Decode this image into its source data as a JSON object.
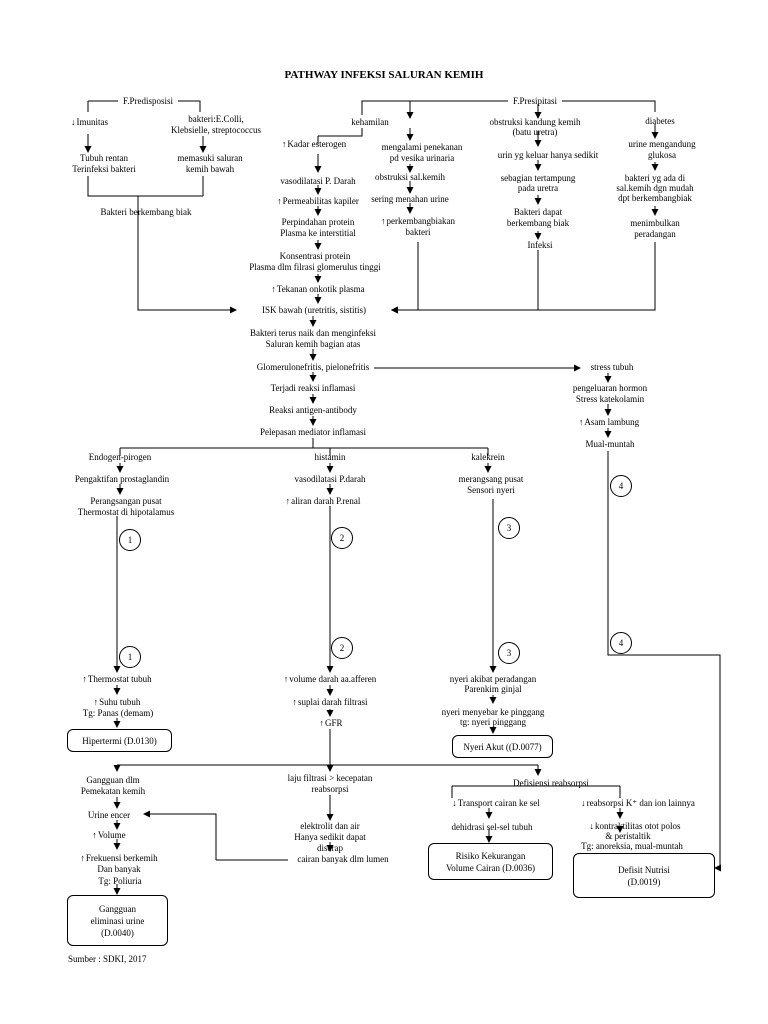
{
  "title": "PATHWAY INFEKSI SALURAN KEMIH",
  "source": "Sumber : SDKI, 2017",
  "predisposisi": {
    "header": "F.Predisposisi",
    "imunitas": "Imunitas",
    "bakteri": [
      "bakteri:E.Colli,",
      "Klebsielle, streptococcus"
    ],
    "rentan": [
      "Tubuh rentan",
      "Terinfeksi bakteri"
    ],
    "memasuki": [
      "memasuki saluran",
      "kemih bawah"
    ],
    "berkembang": "Bakteri berkembang biak"
  },
  "presipitasi": {
    "header": "F.Presipitasi",
    "kehamilan": "kehamilan",
    "obstruksi": [
      "obstruksi kandung kemih",
      "(batu uretra)"
    ],
    "diabetes": "diabetes",
    "esterogen": "Kadar esterogen",
    "penekanan": [
      "mengalami penekanan",
      "pd vesika urinaria"
    ],
    "urin_keluar": "urin yg keluar hanya sedikit",
    "urine_glukosa": [
      "urine mengandung",
      "glukosa"
    ],
    "vasodilatasi": "vasodilatasi P. Darah",
    "obstruksi_sal": "obstruksi sal.kemih",
    "tertampung": [
      "sebagian tertampung",
      "pada uretra"
    ],
    "bakteri_sal": [
      "bakteri yg ada di",
      "sal.kemih dgn mudah",
      "dpt berkembangbiak"
    ],
    "permeabilitas": "Permeabilitas kapiler",
    "sering": "sering menahan urine",
    "bakteri_dapat": [
      "Bakteri dapat",
      "berkembang biak"
    ],
    "perpindahan": [
      "Perpindahan protein",
      "Plasma ke interstitial"
    ],
    "perkembangbiakan": [
      "perkembangbiakan",
      "bakteri"
    ],
    "infeksi": "Infeksi",
    "menimbulkan": [
      "menimbulkan",
      "peradangan"
    ],
    "konsentrasi": [
      "Konsentrasi protein",
      "Plasma dlm filrasi glomerulus tinggi"
    ],
    "onkotik": "Tekanan onkotik plasma"
  },
  "center": {
    "isk": "ISK bawah (uretritis, sistitis)",
    "naik": [
      "Bakteri terus naik dan menginfeksi",
      "Saluran kemih bagian atas"
    ],
    "glomerulo": "Glomerulonefritis, pielonefritis",
    "inflamasi": "Terjadi reaksi inflamasi",
    "antigen": "Reaksi antigen-antibody",
    "pelepasan": "Pelepasan mediator inflamasi"
  },
  "stress": {
    "stress": "stress tubuh",
    "pengeluaran": [
      "pengeluaran hormon",
      "Stress katekolamin"
    ],
    "asam": "Asam lambung",
    "mual": "Mual-muntah"
  },
  "branches": {
    "endogen": "Endogen-pirogen",
    "histamin": "histamin",
    "kalekrein": "kalekrein",
    "prostaglandin": "Pengaktifan prostaglandin",
    "vaso_darah": "vasodilatasi P.darah",
    "merangsang": [
      "merangsang pusat",
      "Sensori nyeri"
    ],
    "perangsangan": [
      "Perangsangan pusat",
      "Thermostat di hipotalamus"
    ],
    "aliran": "aliran darah P.renal"
  },
  "connectors": [
    "1",
    "2",
    "3",
    "4"
  ],
  "lower": {
    "thermostat": "Thermostat tubuh",
    "suhu": "Suhu tubuh",
    "panas": "Tg: Panas (demam)",
    "volume_darah": "volume darah aa.afferen",
    "suplai": "suplai darah filtrasi",
    "gfr": "GFR",
    "nyeri_akibat": [
      "nyeri akibat peradangan",
      "Parenkim ginjal"
    ],
    "nyeri_menyebar": [
      "nyeri menyebar ke pinggang",
      "tg: nyeri pinggang"
    ]
  },
  "diagnoses": {
    "hipertermi": "Hipertermi (D.0130)",
    "nyeri_akut": "Nyeri  Akut ((D.0077)",
    "gangguan_eliminasi": [
      "Gangguan",
      "eliminasi urine",
      "(D.0040)"
    ],
    "risiko": [
      "Risiko Kekurangan",
      "Volume Cairan (D.0036)"
    ],
    "defisit": [
      "Defisit Nutrisi",
      "(D.0019)"
    ]
  },
  "bottom": {
    "gangguan_pemekatan": [
      "Gangguan dlm",
      "Pemekatan kemih"
    ],
    "urine_encer": "Urine encer",
    "volume": "Volume",
    "frekuensi": [
      "Frekuensi berkemih",
      "Dan banyak"
    ],
    "poliuria": "Tg: Poliuria",
    "laju": [
      "laju filtrasi > kecepatan",
      "reabsorpsi"
    ],
    "elektrolit": [
      "elektrolit dan air",
      "Hanya sedikit dapat",
      "diserap"
    ],
    "cairan": "cairan banyak dlm lumen",
    "defisiensi": "Defisiensi reabsorpsi",
    "transport": "Transport cairan ke sel",
    "reabsorpsi_k": "reabsorpsi K⁺ dan ion lainnya",
    "dehidrasi": "dehidrasi sel-sel tubuh",
    "kontraktilitas": [
      "kontraktilitas otot polos",
      "& peristaltik",
      "Tg: anoreksia, mual-muntah"
    ]
  }
}
